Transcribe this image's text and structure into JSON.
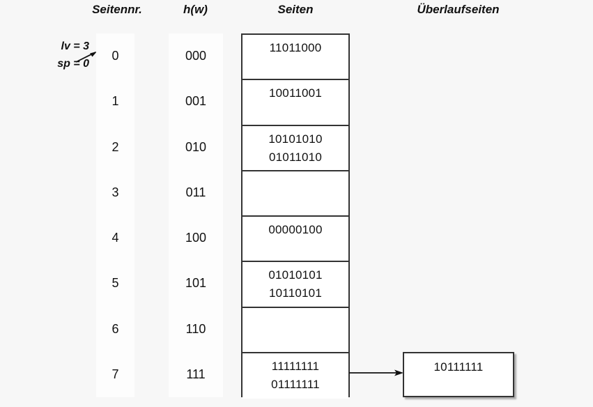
{
  "headers": {
    "seitennr": "Seitennr.",
    "hw": "h(w)",
    "seiten": "Seiten",
    "ueberlaufseiten": "Überlaufseiten"
  },
  "annotation": {
    "lv": "lv = 3",
    "sp": "sp = 0",
    "arrow_icon": "arrow-right-icon"
  },
  "rows": [
    {
      "seitennr": "0",
      "hw": "000",
      "records": [
        "11011000"
      ]
    },
    {
      "seitennr": "1",
      "hw": "001",
      "records": [
        "10011001"
      ]
    },
    {
      "seitennr": "2",
      "hw": "010",
      "records": [
        "10101010",
        "01011010"
      ]
    },
    {
      "seitennr": "3",
      "hw": "011",
      "records": []
    },
    {
      "seitennr": "4",
      "hw": "100",
      "records": [
        "00000100"
      ]
    },
    {
      "seitennr": "5",
      "hw": "101",
      "records": [
        "01010101",
        "10110101"
      ]
    },
    {
      "seitennr": "6",
      "hw": "110",
      "records": []
    },
    {
      "seitennr": "7",
      "hw": "111",
      "records": [
        "11111111",
        "01111111"
      ]
    }
  ],
  "overflow": {
    "records": [
      "10111111"
    ],
    "arrow_icon": "arrow-right-icon"
  },
  "colors": {
    "background": "#f7f7f7",
    "band": "#fdfdfd",
    "border": "#333333",
    "cell_fill": "#ffffff",
    "text": "#111111"
  }
}
